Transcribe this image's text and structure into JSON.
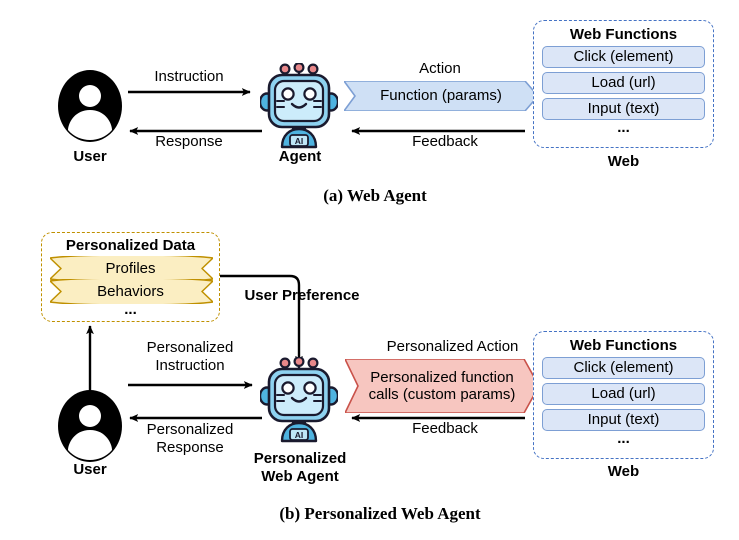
{
  "figure": {
    "panel_a": {
      "caption": "(a) Web Agent",
      "user_label": "User",
      "agent_label": "Agent",
      "web_label": "Web",
      "instruction_label": "Instruction",
      "response_label": "Response",
      "feedback_label": "Feedback",
      "action_label": "Action",
      "action_chevron_text": "Function (params)",
      "web_functions": {
        "title": "Web Functions",
        "items": [
          "Click (element)",
          "Load (url)",
          "Input (text)"
        ],
        "ellipsis": "..."
      }
    },
    "panel_b": {
      "caption": "(b) Personalized Web Agent",
      "user_label": "User",
      "agent_label_line1": "Personalized",
      "agent_label_line2": "Web Agent",
      "web_label": "Web",
      "instruction_line1": "Personalized",
      "instruction_line2": "Instruction",
      "response_line1": "Personalized",
      "response_line2": "Response",
      "feedback_label": "Feedback",
      "user_preference_label": "User Preference",
      "action_label": "Personalized Action",
      "action_chevron_line1": "Personalized function",
      "action_chevron_line2": "calls (custom params)",
      "personalized_data": {
        "title": "Personalized Data",
        "items": [
          "Profiles",
          "Behaviors"
        ],
        "ellipsis": "..."
      },
      "web_functions": {
        "title": "Web Functions",
        "items": [
          "Click (element)",
          "Load (url)",
          "Input (text)"
        ],
        "ellipsis": "..."
      }
    },
    "colors": {
      "web_box_border": "#4472c4",
      "function_fill": "#dce6f7",
      "function_border": "#7d9fd4",
      "data_box_border": "#bf9000",
      "ribbon_fill": "#fbeec2",
      "ribbon_border": "#bf9000",
      "action_chevron_fill": "#cfe0f5",
      "action_chevron_border": "#7d9fd4",
      "personalized_chevron_fill": "#f7c6c0",
      "personalized_chevron_border": "#c9524a",
      "robot_body": "#8ed2f0",
      "robot_outline": "#1a1a2e"
    }
  }
}
